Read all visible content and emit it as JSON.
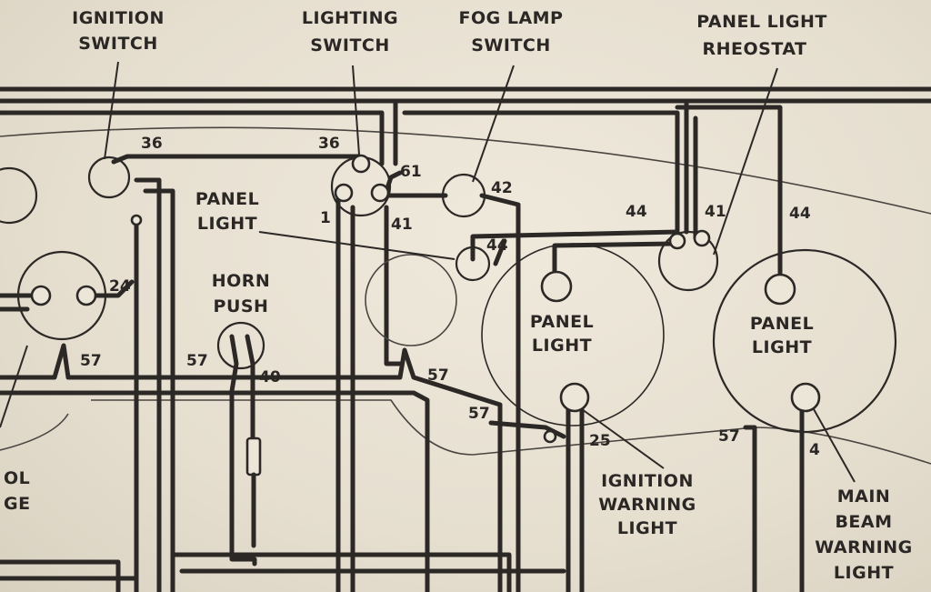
{
  "labels": {
    "ignition_switch": [
      "IGNITION",
      "SWITCH"
    ],
    "lighting_switch": [
      "LIGHTING",
      "SWITCH"
    ],
    "fog_lamp_switch": [
      "FOG LAMP",
      "SWITCH"
    ],
    "panel_light_rheostat": [
      "PANEL LIGHT",
      "RHEOSTAT"
    ],
    "panel_light_left": [
      "PANEL",
      "LIGHT"
    ],
    "horn_push": [
      "HORN",
      "PUSH"
    ],
    "panel_light_gauge_1": [
      "PANEL",
      "LIGHT"
    ],
    "panel_light_gauge_2": [
      "PANEL",
      "LIGHT"
    ],
    "ignition_warning_light": [
      "IGNITION",
      "WARNING",
      "LIGHT"
    ],
    "main_beam_warning_light": [
      "MAIN",
      "BEAM",
      "WARNING",
      "LIGHT"
    ],
    "fuel_gauge_partial": [
      "OL",
      "GE"
    ]
  },
  "wire_numbers": {
    "n36_ign": "36",
    "n36_light": "36",
    "n61": "61",
    "n42": "42",
    "n1": "1",
    "n41_light": "41",
    "n44_left": "44",
    "n41_rheo": "41",
    "n44_right": "44",
    "n44_mid": "44",
    "n24": "24",
    "n57_a": "57",
    "n57_b": "57",
    "n40": "40",
    "n57_c": "57",
    "n57_d": "57",
    "n25": "25",
    "n57_e": "57",
    "n4": "4"
  }
}
